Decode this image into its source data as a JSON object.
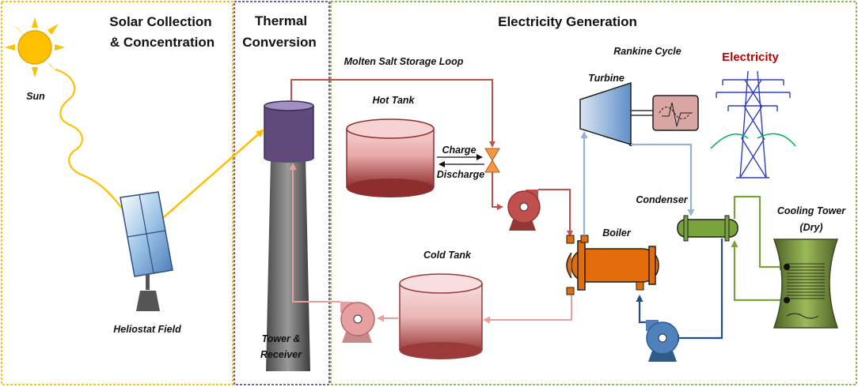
{
  "sections": {
    "solar_line1": "Solar Collection",
    "solar_line2": "& Concentration",
    "thermal_line1": "Thermal",
    "thermal_line2": "Conversion",
    "electricity": "Electricity Generation"
  },
  "labels": {
    "sun": "Sun",
    "heliostat": "Heliostat Field",
    "tower_line1": "Tower &",
    "tower_line2": "Receiver",
    "molten_salt": "Molten Salt Storage Loop",
    "hot_tank": "Hot Tank",
    "cold_tank": "Cold Tank",
    "charge": "Charge",
    "discharge": "Discharge",
    "rankine": "Rankine Cycle",
    "turbine": "Turbine",
    "electricity": "Electricity",
    "condenser": "Condenser",
    "boiler": "Boiler",
    "cooling_line1": "Cooling Tower",
    "cooling_line2": "(Dry)"
  },
  "colors": {
    "solar_border": "#f5c518",
    "thermal_border": "#7b5fa8",
    "elec_border": "#8cbf4f",
    "hot_salt": "#c0504d",
    "cold_salt": "#e6a0a0",
    "steam": "#95b3d7",
    "water": "#1f4e8c",
    "cooling_loop": "#77a33a",
    "sun": "#ffc000",
    "boiler": "#e46c0a",
    "electricity_text": "#c00000"
  },
  "icons": [
    "sun-icon",
    "heliostat-icon",
    "tower-icon",
    "receiver-icon",
    "hot-tank-icon",
    "cold-tank-icon",
    "valve-icon",
    "pump-icon",
    "turbine-icon",
    "generator-icon",
    "pylon-icon",
    "condenser-icon",
    "boiler-icon",
    "cooling-tower-icon"
  ]
}
